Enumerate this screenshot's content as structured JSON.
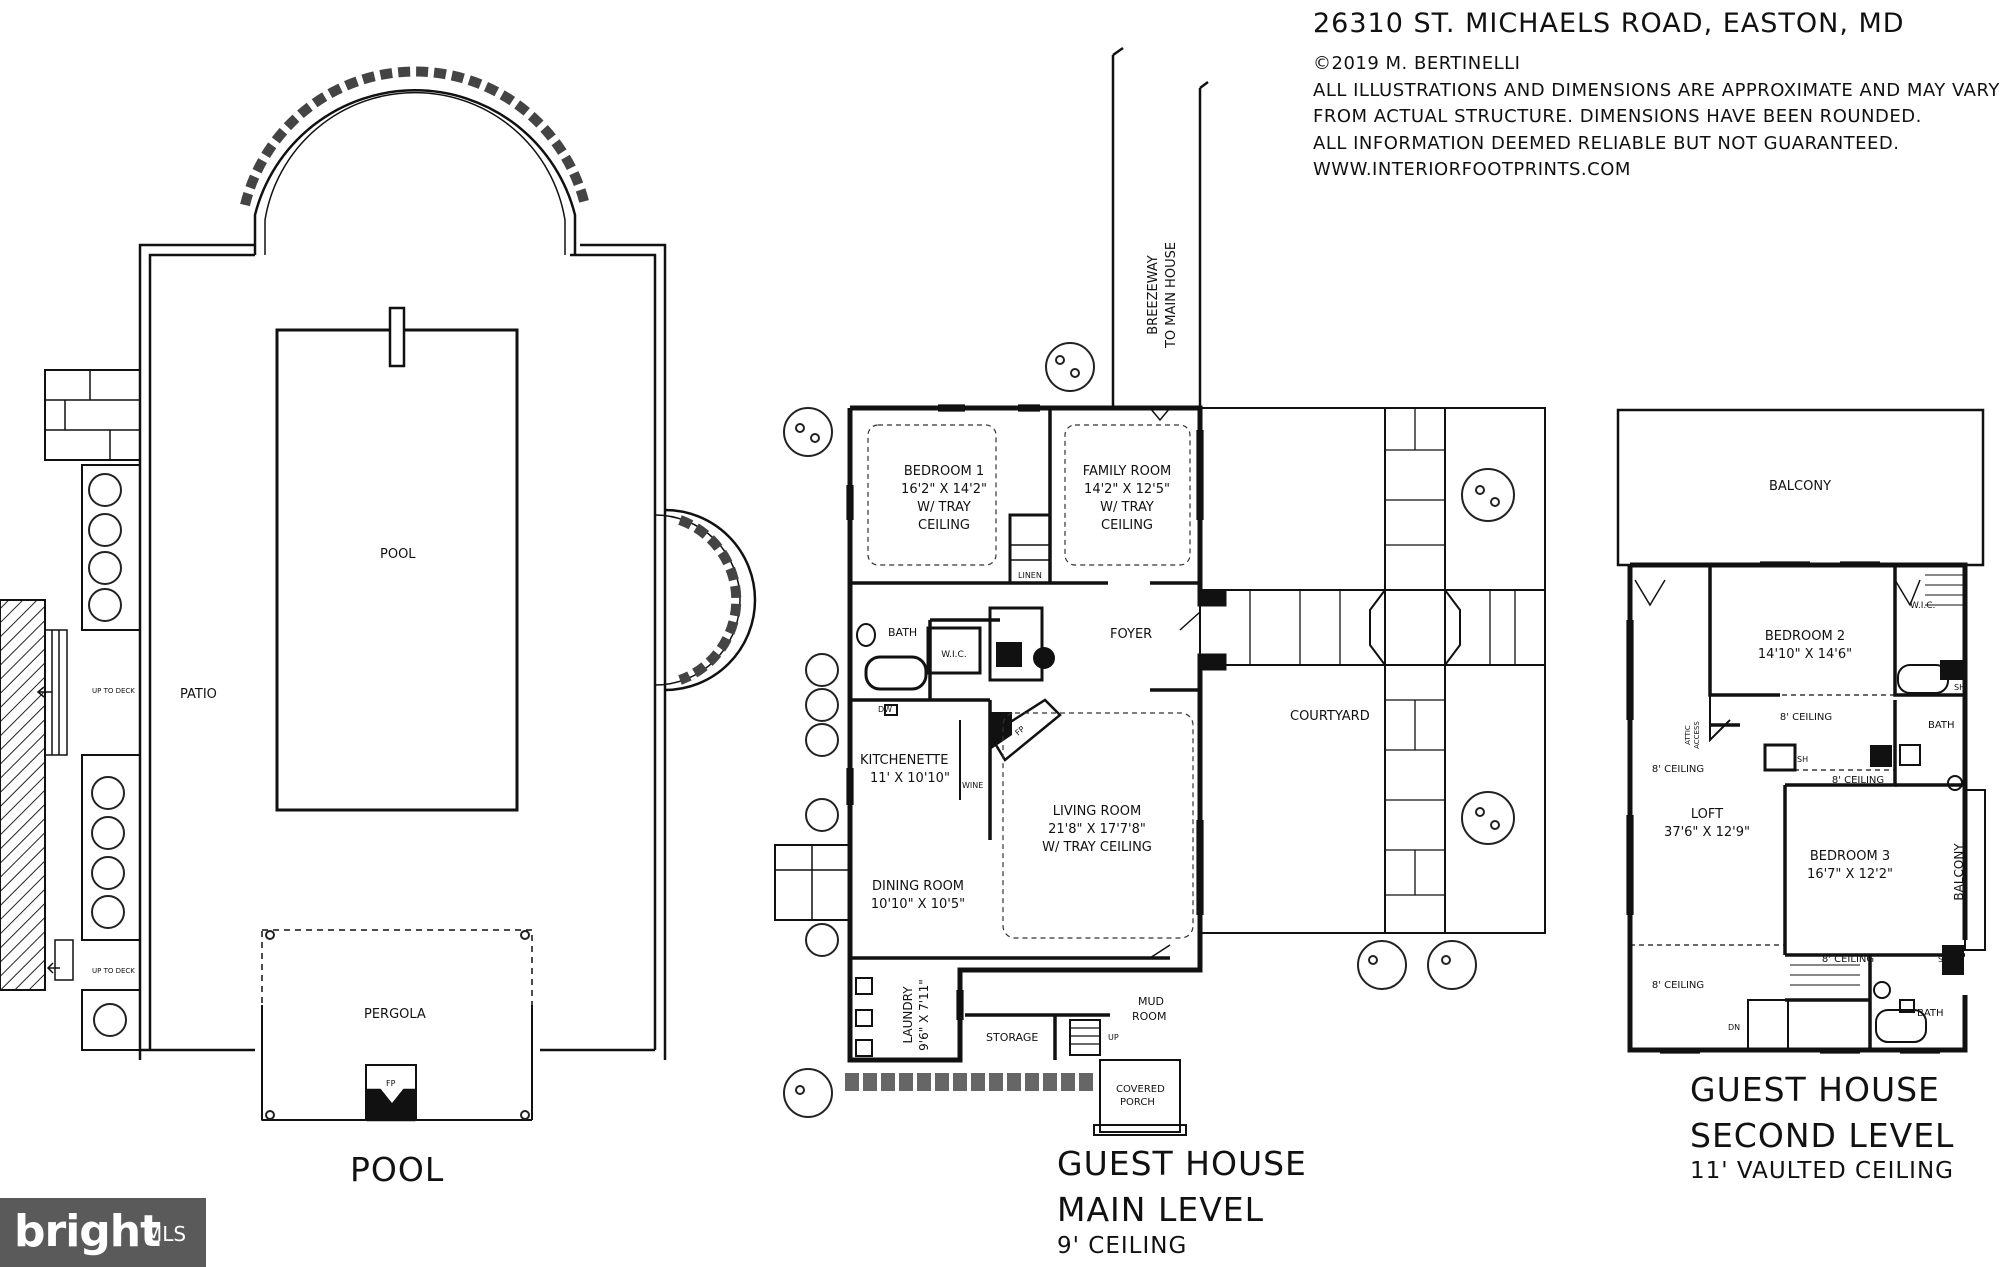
{
  "header": {
    "address": "26310 ST. MICHAELS ROAD, EASTON, MD",
    "copyright": "©2019 M. BERTINELLI",
    "disclaimer1": "ALL ILLUSTRATIONS AND DIMENSIONS ARE APPROXIMATE AND MAY VARY",
    "disclaimer2": "FROM ACTUAL STRUCTURE. DIMENSIONS HAVE BEEN ROUNDED.",
    "disclaimer3": "ALL INFORMATION DEEMED RELIABLE BUT NOT GUARANTEED.",
    "website": "WWW.INTERIORFOOTPRINTS.COM"
  },
  "pool_plan": {
    "pool": "POOL",
    "patio": "PATIO",
    "up_to_deck": "UP TO DECK",
    "pergola": "PERGOLA",
    "fp": "FP",
    "caption": "POOL"
  },
  "main_level": {
    "breezeway_1": "BREEZEWAY",
    "breezeway_2": "TO MAIN HOUSE",
    "bedroom1": [
      "BEDROOM 1",
      "16'2\" X 14'2\"",
      "W/ TRAY",
      "CEILING"
    ],
    "family_room": [
      "FAMILY ROOM",
      "14'2\" X 12'5\"",
      "W/ TRAY",
      "CEILING"
    ],
    "linen": "LINEN",
    "bath": "BATH",
    "wic": "W.I.C.",
    "foyer": "FOYER",
    "courtyard": "COURTYARD",
    "dw": "DW",
    "fp": "FP",
    "wine": "WINE",
    "kitchenette": [
      "KITCHENETTE",
      "11' X 10'10\""
    ],
    "living_room": [
      "LIVING ROOM",
      "21'8\" X 17'7'8\"",
      "W/ TRAY CEILING"
    ],
    "dining_room": [
      "DINING ROOM",
      "10'10\" X 10'5\""
    ],
    "laundry": [
      "LAUNDRY",
      "9'6\" X 7'11\""
    ],
    "storage": "STORAGE",
    "up": "UP",
    "mud_room": [
      "MUD",
      "ROOM"
    ],
    "covered_porch": [
      "COVERED",
      "PORCH"
    ],
    "caption1": "GUEST HOUSE",
    "caption2": "MAIN LEVEL",
    "ceiling": "9' CEILING"
  },
  "second_level": {
    "balcony_top": "BALCONY",
    "bedroom2": [
      "BEDROOM 2",
      "14'10\" X 14'6\""
    ],
    "wic": "W.I.C.",
    "sh": "SH",
    "bath": "BATH",
    "attic": [
      "ATTIC",
      "ACCESS"
    ],
    "ceiling_8": "8' CEILING",
    "loft": [
      "LOFT",
      "37'6\" X 12'9\""
    ],
    "bedroom3": [
      "BEDROOM 3",
      "16'7\" X 12'2\""
    ],
    "balcony_side": "BALCONY",
    "dn": "DN",
    "caption1": "GUEST HOUSE",
    "caption2": "SECOND LEVEL",
    "ceiling": "11' VAULTED CEILING"
  },
  "logo": {
    "brand": "bright",
    "suffix": "MLS"
  }
}
